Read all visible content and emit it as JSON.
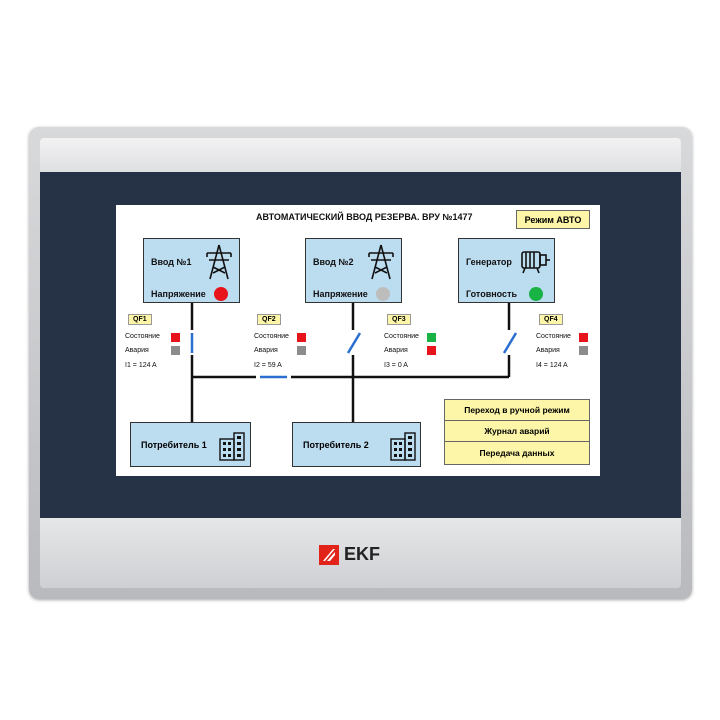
{
  "screen": {
    "title": "АВТОМАТИЧЕСКИЙ ВВОД РЕЗЕРВА. ВРУ №1477",
    "mode_button": "Режим АВТО",
    "sources": [
      {
        "name": "Ввод №1",
        "status_label": "Напряжение",
        "led_color": "#e8141c",
        "icon": "power-tower-icon"
      },
      {
        "name": "Ввод №2",
        "status_label": "Напряжение",
        "led_color": "#bdbdbd",
        "icon": "power-tower-icon"
      },
      {
        "name": "Генератор",
        "status_label": "Готовность",
        "led_color": "#18b245",
        "icon": "generator-icon"
      }
    ],
    "breakers": [
      {
        "id": "QF1",
        "state_label": "Состояние",
        "alarm_label": "Авария",
        "current": "I1 = 124 A",
        "state_color": "#e8141c",
        "alarm_color": "#8c8c8c"
      },
      {
        "id": "QF2",
        "state_label": "Состояние",
        "alarm_label": "Авария",
        "current": "I2 = 59 A",
        "state_color": "#e8141c",
        "alarm_color": "#8c8c8c"
      },
      {
        "id": "QF3",
        "state_label": "Состояние",
        "alarm_label": "Авария",
        "current": "I3 = 0 A",
        "state_color": "#18b245",
        "alarm_color": "#e8141c"
      },
      {
        "id": "QF4",
        "state_label": "Состояние",
        "alarm_label": "Авария",
        "current": "I4 = 124 A",
        "state_color": "#e8141c",
        "alarm_color": "#8c8c8c"
      }
    ],
    "consumers": [
      {
        "name": "Потребитель 1"
      },
      {
        "name": "Потребитель 2"
      }
    ],
    "menu": {
      "manual": "Переход в ручной режим",
      "alarm_log": "Журнал аварий",
      "data_transfer": "Передача данных"
    }
  },
  "device": {
    "brand": "EKF",
    "accent_color": "#e2231a"
  }
}
